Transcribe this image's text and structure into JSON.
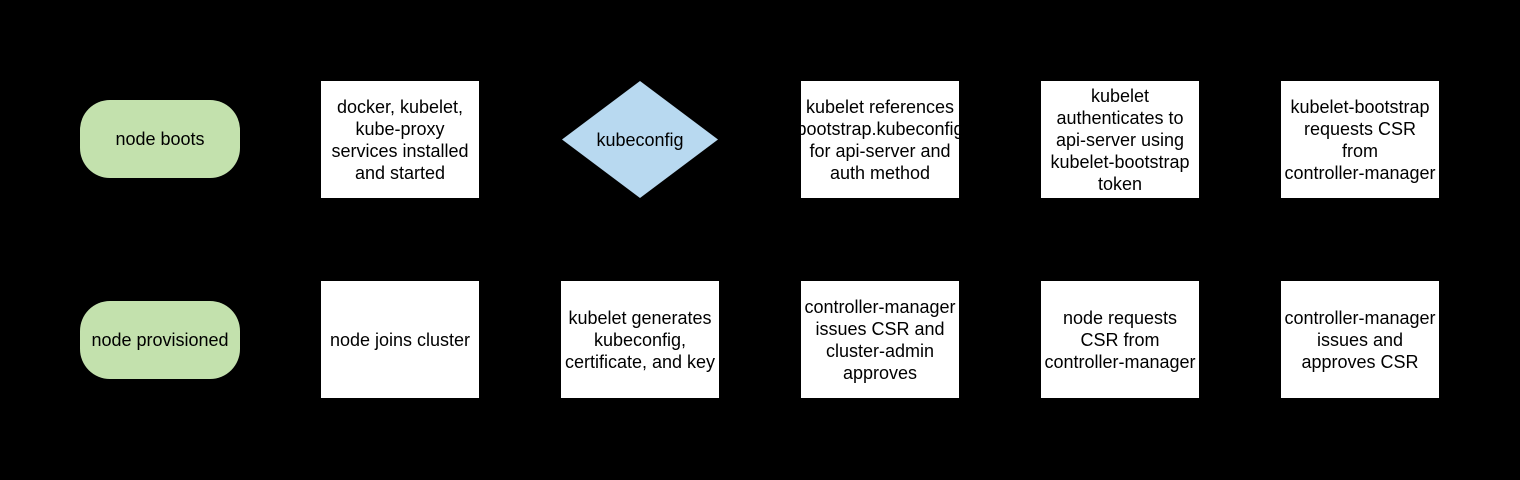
{
  "colors": {
    "background": "#000000",
    "terminal_fill": "#c3e1ad",
    "process_fill": "#ffffff",
    "decision_fill": "#b8d9f0",
    "text": "#000000"
  },
  "nodes": [
    {
      "shape": "terminal",
      "label": "node boots"
    },
    {
      "shape": "process",
      "label": "docker, kubelet,\nkube-proxy\nservices installed\nand started"
    },
    {
      "shape": "decision",
      "label": "kubeconfig"
    },
    {
      "shape": "process",
      "label": "kubelet references\nbootstrap.kubeconfig\nfor api-server and\nauth method"
    },
    {
      "shape": "process",
      "label": "kubelet\nauthenticates to\napi-server using\nkubelet-bootstrap\ntoken"
    },
    {
      "shape": "process",
      "label": "kubelet-bootstrap\nrequests CSR\nfrom\ncontroller-manager"
    },
    {
      "shape": "terminal",
      "label": "node provisioned"
    },
    {
      "shape": "process",
      "label": "node joins cluster"
    },
    {
      "shape": "process",
      "label": "kubelet generates\nkubeconfig,\ncertificate, and key"
    },
    {
      "shape": "process",
      "label": "controller-manager\nissues CSR and\ncluster-admin\napproves"
    },
    {
      "shape": "process",
      "label": "node requests\nCSR from\ncontroller-manager"
    },
    {
      "shape": "process",
      "label": "controller-manager\nissues and\napproves CSR"
    }
  ]
}
